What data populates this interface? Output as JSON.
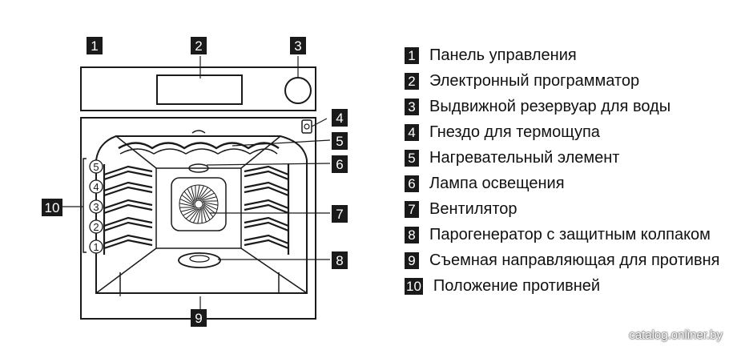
{
  "callouts": [
    "1",
    "2",
    "3",
    "4",
    "5",
    "6",
    "7",
    "8",
    "9",
    "10"
  ],
  "shelf_levels": [
    "5",
    "4",
    "3",
    "2",
    "1"
  ],
  "legend": [
    {
      "num": "1",
      "text": "Панель управления"
    },
    {
      "num": "2",
      "text": "Электронный программатор"
    },
    {
      "num": "3",
      "text": "Выдвижной резервуар для воды"
    },
    {
      "num": "4",
      "text": "Гнездо для термощупа"
    },
    {
      "num": "5",
      "text": "Нагревательный элемент"
    },
    {
      "num": "6",
      "text": "Лампа освещения"
    },
    {
      "num": "7",
      "text": "Вентилятор"
    },
    {
      "num": "8",
      "text": "Парогенератор с защитным колпаком"
    },
    {
      "num": "9",
      "text": "Съемная направляющая для противня"
    },
    {
      "num": "10",
      "text": "Положение противней"
    }
  ],
  "watermark": "catalog.onliner.by"
}
